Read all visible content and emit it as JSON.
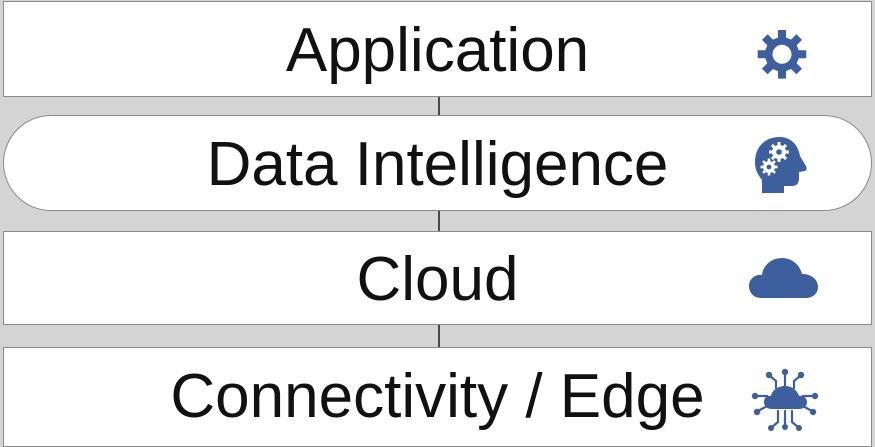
{
  "layers": [
    {
      "label": "Application",
      "icon": "gear-icon"
    },
    {
      "label": "Data Intelligence",
      "icon": "head-gears-icon"
    },
    {
      "label": "Cloud",
      "icon": "cloud-icon"
    },
    {
      "label": "Connectivity / Edge",
      "icon": "cloud-network-icon"
    }
  ],
  "colors": {
    "background": "#d4d4d4",
    "box_fill": "#ffffff",
    "box_border": "#8a8a8a",
    "icon": "#3d5f9e",
    "text": "#111111"
  }
}
